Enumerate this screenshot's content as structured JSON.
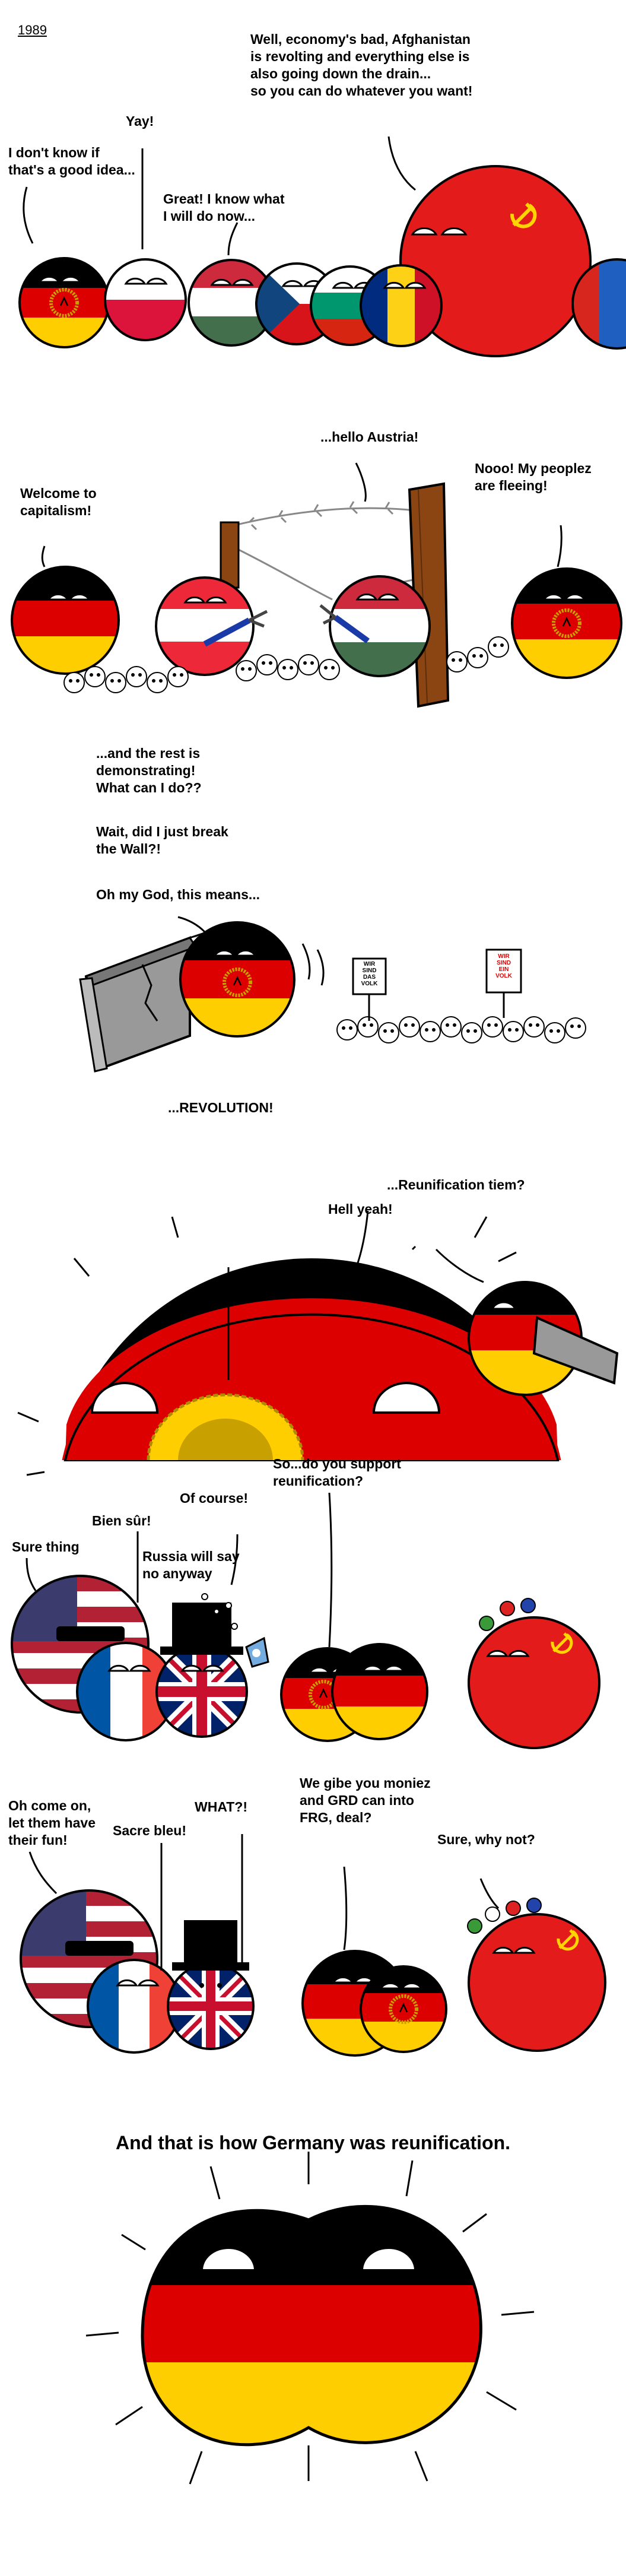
{
  "comic": {
    "year": "1989",
    "panel1": {
      "ussr": "Well, economy's bad, Afghanistan\nis revolting and everything else is\nalso going down the drain...\nso you can do whatever you want!",
      "poland": "Yay!",
      "gdr": "I don't know if\nthat's a good idea...",
      "hungary": "Great! I know what\nI will do now..."
    },
    "panel2": {
      "hungary": "...hello Austria!",
      "frg": "Welcome to\ncapitalism!",
      "gdr": "Nooo! My peoplez\nare fleeing!"
    },
    "panel3": {
      "line1": "...and the rest is\ndemonstrating!\nWhat can I do??",
      "line2": "Wait, did I just break\nthe Wall?!",
      "line3": "Oh my God, this means...",
      "sign1": "WIR\nSIND\nDAS\nVOLK",
      "sign2": "WIR\nSIND\nEIN\nVOLK"
    },
    "panel4": {
      "revolution": "...REVOLUTION!",
      "frg": "...Reunification tiem?",
      "gdr": "Hell yeah!"
    },
    "panel5": {
      "usa": "Sure thing",
      "france": "Bien sûr!",
      "uk_out": "Of course!",
      "uk_think": "Russia will say\nno anyway",
      "gdr": "So...do you support\nreunification?"
    },
    "panel6": {
      "usa": "Oh come on,\nlet them have\ntheir fun!",
      "france": "Sacre bleu!",
      "uk": "WHAT?!",
      "frg": "We gibe you moniez\nand GRD can into\nFRG, deal?",
      "ussr": "Sure, why not?"
    },
    "ending": "And that is how Germany was reunification."
  }
}
